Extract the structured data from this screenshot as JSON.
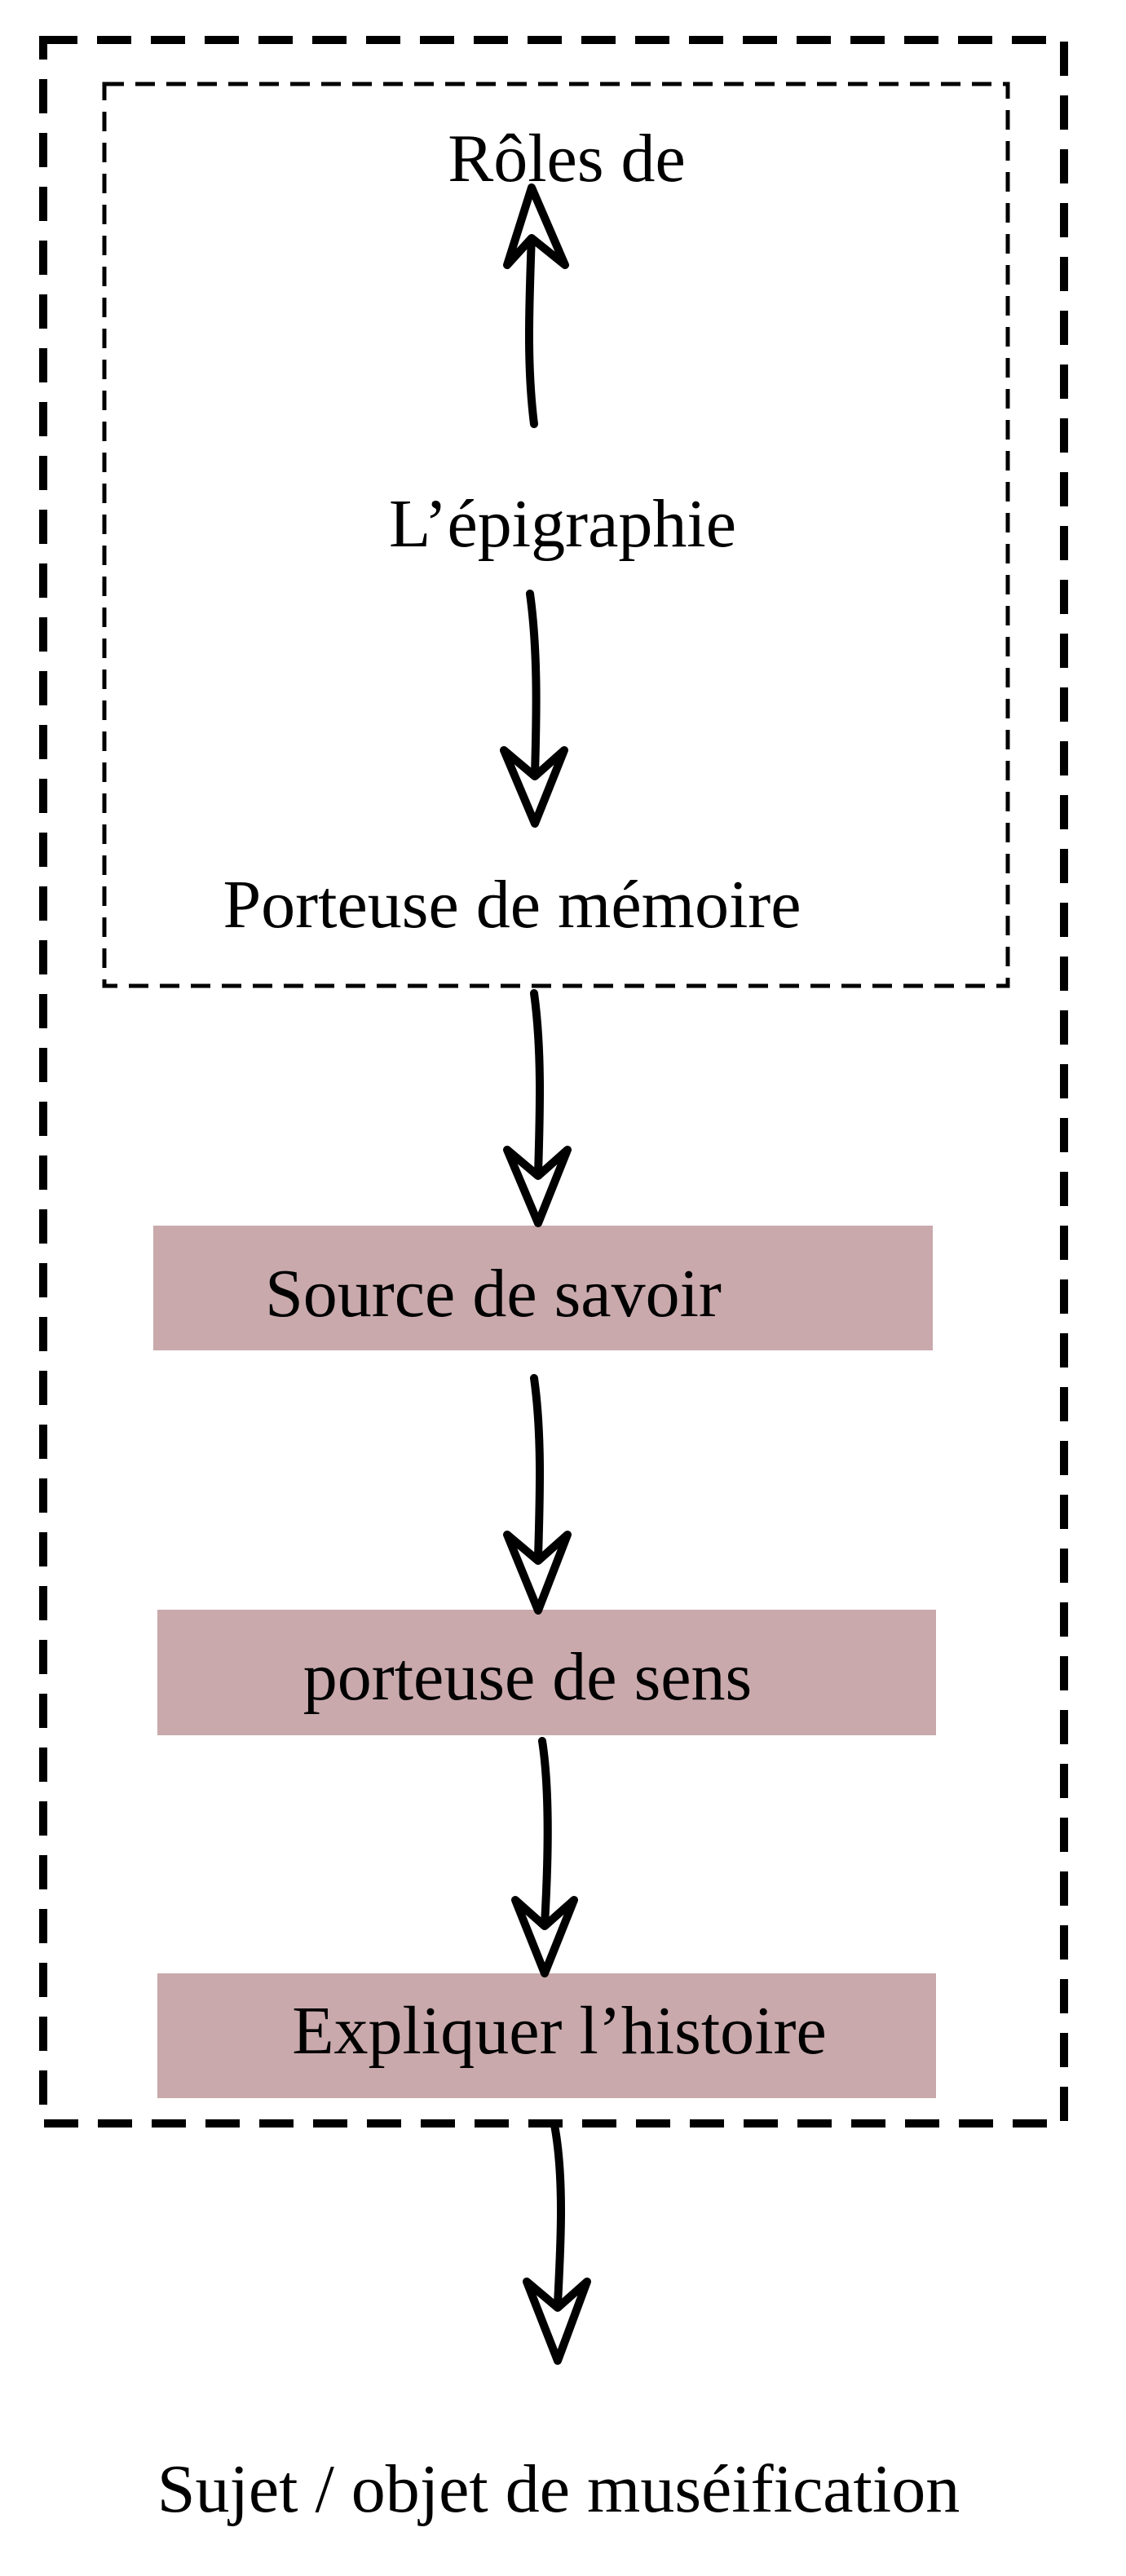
{
  "diagram": {
    "top_label": "Rôles de",
    "center_label": "L’épigraphie",
    "memory_label": "Porteuse de mémoire",
    "steps": [
      {
        "label": "Source de savoir"
      },
      {
        "label": "porteuse de sens"
      },
      {
        "label": "Expliquer l’histoire"
      }
    ],
    "outcome_label": "Sujet / objet de muséification",
    "colors": {
      "step_fill": "#c9a9ac",
      "line": "#000000",
      "background": "#ffffff"
    }
  }
}
